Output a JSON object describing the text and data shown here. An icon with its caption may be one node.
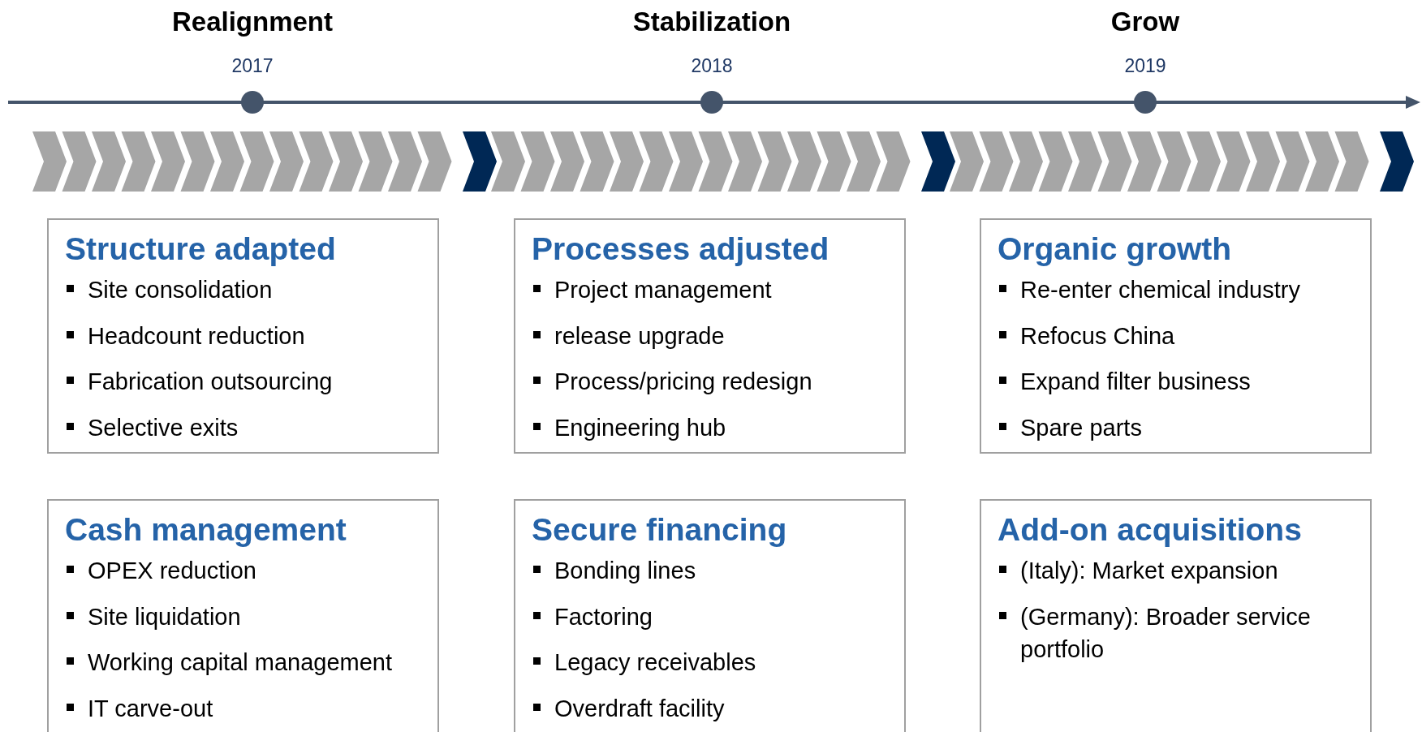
{
  "diagram": {
    "nodes": [
      {
        "text": [
          "Realignment",
          "2017"
        ]
      },
      {
        "text": [
          "Stabilization",
          "2018"
        ]
      },
      {
        "text": [
          "Grow",
          "2019"
        ]
      },
      {
        "text": [
          "Structure adapted",
          "Site consolidation",
          "Headcount reduction",
          "Fabrication outsourcing",
          "Selective exits"
        ]
      },
      {
        "text": [
          "Processes adjusted",
          "Project management",
          "release upgrade",
          "Process/pricing redesign",
          "Engineering hub"
        ]
      },
      {
        "text": [
          "Organic growth",
          "Re-enter chemical industry",
          "Refocus China",
          "Expand filter business",
          "Spare parts"
        ]
      },
      {
        "text": [
          "Cash management",
          "OPEX reduction",
          "Site liquidation",
          "Working capital management",
          "IT carve-out"
        ]
      },
      {
        "text": [
          "Secure financing",
          "Bonding lines",
          "Factoring",
          "Legacy receivables",
          "Overdraft facility"
        ]
      },
      {
        "text": [
          "Add-on acquisitions",
          "(Italy): Market expansion",
          "(Germany): Broader service portfolio"
        ]
      }
    ]
  }
}
